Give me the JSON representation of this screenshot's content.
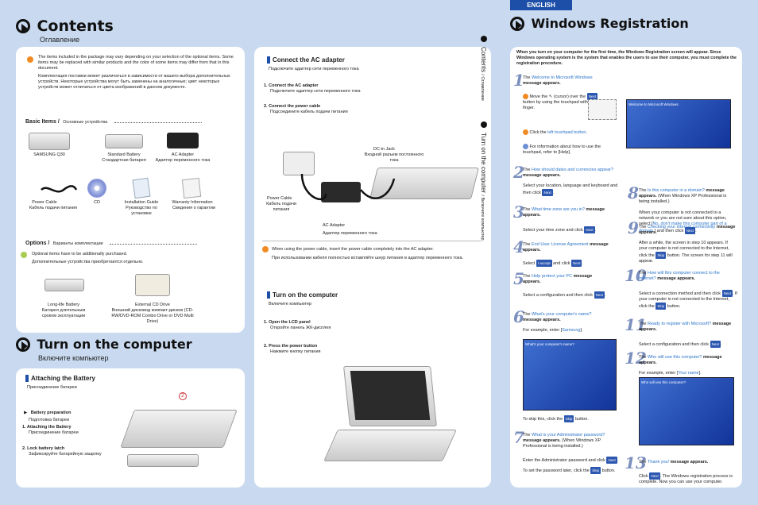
{
  "colors": {
    "background": "#c9daf0",
    "panel": "#ffffff",
    "accent_blue": "#2a73c9",
    "tab": "#1d4fa8",
    "bullet_orange": "#f08a24",
    "bullet_green": "#a9cc55"
  },
  "language_tab": "ENGLISH",
  "contents": {
    "title": "Contents",
    "subtitle": "Оглавление",
    "note_en": "The items included in the package may vary depending on your selection of the optional items. Some items may be replaced with similar products and the color of some items may differ from that in this document.",
    "note_ru": "Комплектация поставки может различаться в зависимости от вашего выбора дополнительных устройств. Некоторые устройства могут быть заменены на аналогичные; цвет некоторых устройств может отличаться от цвета изображений в данном документе.",
    "basic_heading": "Basic Items /",
    "basic_heading_ru": "Основные устройства",
    "basic_items": [
      {
        "en": "SAMSUNG Q30",
        "ru": ""
      },
      {
        "en": "Standard Battery",
        "ru": "Стандартная батарея"
      },
      {
        "en": "AC Adapter",
        "ru": "Адаптер переменного тока"
      },
      {
        "en": "Power Cable",
        "ru": "Кабель подачи питания"
      },
      {
        "en": "CD",
        "ru": ""
      },
      {
        "en": "Installation Guide",
        "ru": "Руководство по установке"
      },
      {
        "en": "Warranty Information",
        "ru": "Сведения о гарантии"
      }
    ],
    "options_heading": "Options /",
    "options_heading_ru": "Варианты комплектации",
    "options_note_en": "Optional items have to be additionally purchased.",
    "options_note_ru": "Дополнительные устройства приобретаются отдельно.",
    "option_items": [
      {
        "en": "Long-life Battery",
        "ru": "Батарея длительным сроком эксплуатации"
      },
      {
        "en": "External CD Drive",
        "ru": "Внешний дисковод компакт-дисков (CD-RW/DVD-ROM Combo Drive or DVD Multi Drive)"
      }
    ]
  },
  "turn_on": {
    "title": "Turn on the computer",
    "subtitle": "Включите компьютер",
    "attaching_title": "Attaching the Battery",
    "attaching_sub": "Присоединение батареи",
    "steps": [
      {
        "en": "Battery preparation",
        "ru": "Подготовка батареи",
        "mark": "▶"
      },
      {
        "en": "1. Attaching the Battery",
        "ru": "Присоединение батареи",
        "mark": ""
      },
      {
        "en": "2. Lock battery latch",
        "ru": "Зафиксируйте батарейную защелку",
        "mark": ""
      }
    ]
  },
  "ac": {
    "title": "Connect the AC adapter",
    "subtitle": "Подключите адаптер сети переменного тока",
    "steps": [
      {
        "en": "1. Connect the AC adapter",
        "ru": "Подключите адаптер сети переменного тока"
      },
      {
        "en": "2. Connect the power cable",
        "ru": "Подсоедините кабель подачи питания"
      }
    ],
    "dc_label": "DC-in Jack",
    "dc_label_ru": "Входной разъем постоянного тока",
    "cable_label": "Power Cable",
    "cable_label_ru": "Кабель подачи питания",
    "adapter_label": "AC Adapter",
    "adapter_label_ru": "Адаптер переменного тока",
    "note_en": "When using the power cable, insert the power cable completely into the AC adapter.",
    "note_ru": "При использовании кабеля полностью вставляйте шнур питания в адаптер переменного тока."
  },
  "turn_on_panel": {
    "title": "Turn on the computer",
    "subtitle": "Включите компьютер",
    "steps": [
      {
        "en": "1. Open the LCD panel",
        "ru": "Откройте панель ЖК-дисплея"
      },
      {
        "en": "2. Press the power button",
        "ru": "Нажмите кнопку питания"
      }
    ]
  },
  "side_tab": {
    "item1_en": "Contents",
    "item1_ru": "/ Оглавление",
    "item2_en": "Turn on the computer",
    "item2_ru": "/ Включите компьютер"
  },
  "registration": {
    "title": "Windows Registration",
    "intro": "When you turn on your computer for the first time, the Windows Registration screen will appear. Since Windows operating system is the system that enables the users to use their computer, you must complete the registration procedure.",
    "step1": {
      "num": "1",
      "pre": "The",
      "highlight": "Welcome to Microsoft Windows",
      "post": "message appears.",
      "sub_a1": "Move the",
      "sub_a2": "(cursor) over the",
      "sub_a3": "button by using the touchpad with your finger.",
      "sub_b1": "Click the",
      "sub_b2": "left touchpad button",
      "sub_c": "For information about how to use the touchpad, refer to [Help]."
    },
    "step2": {
      "num": "2",
      "pre": "The",
      "highlight": "How should dates and currencies appear?",
      "post": "message appears.",
      "body": "Select your location, language and keyboard and then click"
    },
    "step3": {
      "num": "3",
      "pre": "The",
      "highlight": "What time zone are you in?",
      "post": "message appears.",
      "body": "Select your time zone and click"
    },
    "step4": {
      "num": "4",
      "pre": "The",
      "highlight": "End User License Agreement",
      "post": "message appears.",
      "body1": "Select",
      "body2": "and click"
    },
    "step5": {
      "num": "5",
      "pre": "The",
      "highlight": "Help protect your PC",
      "post": "message appears.",
      "body": "Select a configuration and then click"
    },
    "step6": {
      "num": "6",
      "pre": "The",
      "highlight": "What's your computer's name?",
      "post": "message appears.",
      "body1": "For example, enter [",
      "body_hl": "Samsung",
      "body2": "].",
      "skip1": "To skip this, click the",
      "skip2": "button."
    },
    "step7": {
      "num": "7",
      "pre": "The",
      "highlight": "What is your Administrator password?",
      "post": "message appears.",
      "post2": "(When Windows XP Professional is being installed.)",
      "body1": "Enter the Administrator password and click",
      "body2": "To set the password later, click the",
      "body3": "button."
    },
    "step8": {
      "num": "8",
      "pre": "The",
      "highlight": "Is this computer in a domain?",
      "post": "message appears.",
      "post2": "(When Windows XP Professional is being installed.)",
      "body1": "When your computer is not connected to a network or you are not sure about this option, select [",
      "body_hl": "No, don't make this computer part of a domain.",
      "body2": "] and then click"
    },
    "step9": {
      "num": "9",
      "pre": "The",
      "highlight": "Checking your internet connectivity",
      "post": "message appears.",
      "body1": "After a while, the screen in step 10 appears. If your computer is not connected to the Internet, click the",
      "body2": "button. The screen for step 11 will appear."
    },
    "step10": {
      "num": "10",
      "pre": "The",
      "highlight": "How will this computer connect to the Internet?",
      "post": "message appears.",
      "body1": "Select a connection method and then click",
      "body2": "If your computer is not connected to the Internet, click the",
      "body3": "button."
    },
    "step11": {
      "num": "11",
      "pre": "The",
      "highlight": "Ready to register with Microsoft?",
      "post": "message appears.",
      "body": "Select a configuration and then click"
    },
    "step12": {
      "num": "12",
      "pre": "The",
      "highlight": "Who will use this computer?",
      "post": "message appears.",
      "body1": "For example, enter [",
      "body_hl": "Your name",
      "body2": "]."
    },
    "step13": {
      "num": "13",
      "pre": "The",
      "highlight": "Thank you!",
      "post": "message appears.",
      "body1": "Click",
      "body2": ". The Windows registration process is complete. Now you can use your computer."
    },
    "btn_next": "Next",
    "btn_skip": "Skip",
    "btn_accept": "I accept",
    "win_screen_title": "Welcome to Microsoft Windows",
    "win_screen_title2": "What's your computer's name?",
    "win_screen_title3": "Who will use this computer?"
  }
}
